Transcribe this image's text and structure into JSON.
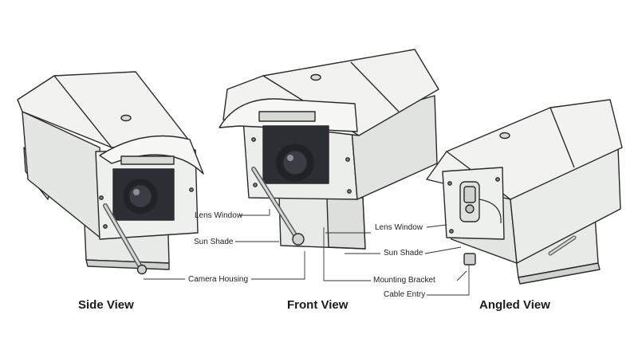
{
  "callouts": {
    "lens_window_left": "Lens Window",
    "sun_shade_left": "Sun Shade",
    "camera_housing": "Camera Housing",
    "lens_window_right": "Lens Window",
    "sun_shade_right": "Sun Shade",
    "mounting_bracket": "Mounting Bracket",
    "cable_entry": "Cable Entry"
  },
  "views": {
    "side": "Side View",
    "front": "Front View",
    "angled": "Angled View"
  },
  "colors": {
    "outline": "#2a2a2a",
    "housing_top": "#f2f3f1",
    "housing_side": "#e4e6e3",
    "housing_shadow": "#cfd2ce",
    "lens_dark": "#1f2226",
    "leader_line": "#333333"
  }
}
